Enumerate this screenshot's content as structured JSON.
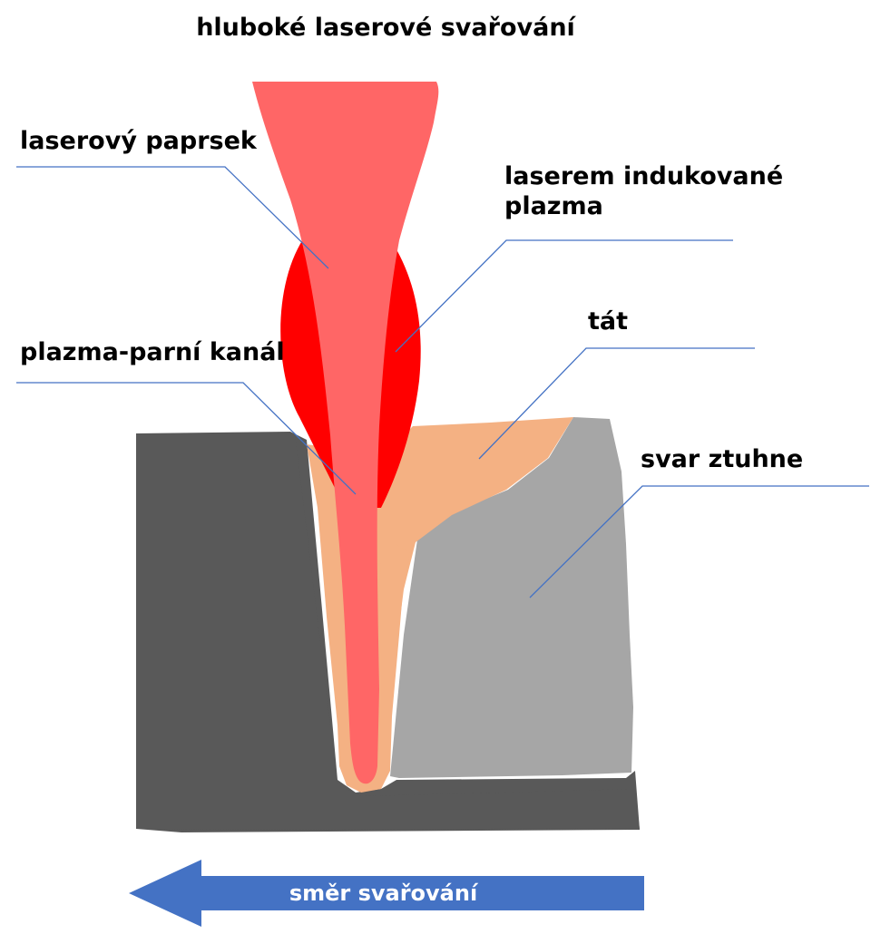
{
  "title": "hluboké laserové svařování",
  "labels": {
    "laser_beam": "laserový paprsek",
    "laser_induced_plasma": "laserem indukované plazma",
    "plasma_vapor_channel": "plazma-parní kanál",
    "melt": "tát",
    "solidified_weld": "svar ztuhne"
  },
  "direction_arrow": {
    "text": "směr svařování",
    "direction": "left"
  },
  "colors": {
    "base_metal": "#595959",
    "solidified_weld": "#a6a6a6",
    "melt_pool": "#f4b183",
    "laser_beam": "#ff6666",
    "plasma": "#ff0000",
    "leader_lines": "#4472c4",
    "arrow": "#4472c4"
  }
}
